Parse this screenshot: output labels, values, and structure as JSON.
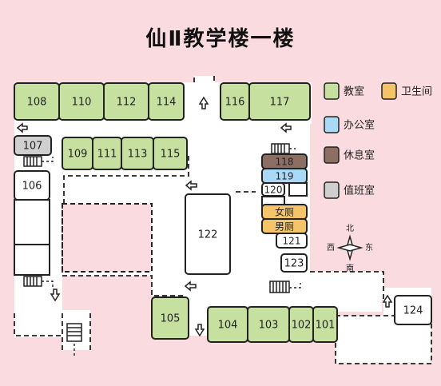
{
  "title": "仙Ⅱ教学楼一楼",
  "colors": {
    "background": "#fadbdf",
    "floor": "#ffffff",
    "classroom": "#c6e0a0",
    "restroom": "#f5c469",
    "office": "#a9d9f5",
    "lounge": "#8d6e63",
    "duty": "#cfcfcf",
    "plain": "#ffffff"
  },
  "legend": [
    {
      "label": "教室",
      "type": "classroom",
      "icon": "green-swatch"
    },
    {
      "label": "卫生间",
      "type": "restroom",
      "icon": "orange-swatch"
    },
    {
      "label": "办公室",
      "type": "office",
      "icon": "blue-swatch"
    },
    {
      "label": "休息室",
      "type": "lounge",
      "icon": "brown-swatch"
    },
    {
      "label": "值班室",
      "type": "duty",
      "icon": "gray-swatch"
    }
  ],
  "rooms": {
    "r108": {
      "label": "108",
      "type": "classroom"
    },
    "r110": {
      "label": "110",
      "type": "classroom"
    },
    "r112": {
      "label": "112",
      "type": "classroom"
    },
    "r114": {
      "label": "114",
      "type": "classroom"
    },
    "r116": {
      "label": "116",
      "type": "classroom"
    },
    "r117": {
      "label": "117",
      "type": "classroom"
    },
    "r107": {
      "label": "107",
      "type": "duty"
    },
    "r109": {
      "label": "109",
      "type": "classroom"
    },
    "r111": {
      "label": "111",
      "type": "classroom"
    },
    "r113": {
      "label": "113",
      "type": "classroom"
    },
    "r115": {
      "label": "115",
      "type": "classroom"
    },
    "r106": {
      "label": "106",
      "type": "plain"
    },
    "r118": {
      "label": "118",
      "type": "lounge"
    },
    "r119": {
      "label": "119",
      "type": "office"
    },
    "r120": {
      "label": "120",
      "type": "plain"
    },
    "womens": {
      "label": "女厕",
      "type": "restroom"
    },
    "mens": {
      "label": "男厕",
      "type": "restroom"
    },
    "r121": {
      "label": "121",
      "type": "plain"
    },
    "r123": {
      "label": "123",
      "type": "plain"
    },
    "r122": {
      "label": "122",
      "type": "plain"
    },
    "r105": {
      "label": "105",
      "type": "classroom"
    },
    "r104": {
      "label": "104",
      "type": "classroom"
    },
    "r103": {
      "label": "103",
      "type": "classroom"
    },
    "r102": {
      "label": "102",
      "type": "classroom"
    },
    "r101": {
      "label": "101",
      "type": "classroom"
    },
    "r124": {
      "label": "124",
      "type": "plain"
    }
  },
  "compass": {
    "north": "北",
    "south": "南",
    "east": "东",
    "west": "西"
  }
}
